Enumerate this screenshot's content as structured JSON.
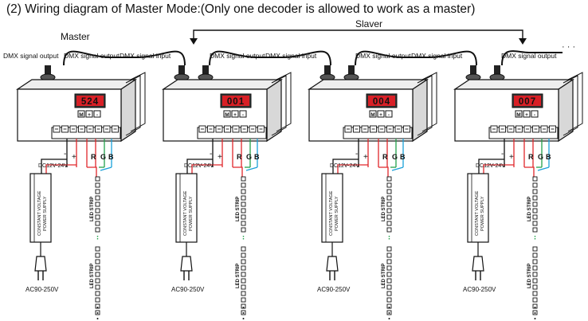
{
  "title": "(2) Wiring diagram of Master Mode:(Only one decoder is allowed to work as a master)",
  "labels": {
    "master": "Master",
    "slaver": "Slaver",
    "ellipsis": "· · ·",
    "dmx_output": "DMX signal output",
    "dmx_input": "DMX signal input",
    "dc_voltage": "DC12V-24V",
    "minus": "-",
    "plus": "+",
    "power_supply_line1": "CONSTANT VOLTAGE",
    "power_supply_line2": "POWER SUPPLY",
    "led_strip": "LED STRIP",
    "ac_voltage": "AC90-250V",
    "btn_m": "M",
    "btn_plus": "+",
    "btn_minus": "-",
    "r": "R",
    "g": "G",
    "b": "B"
  },
  "decoders": [
    {
      "display": "524",
      "role": "master"
    },
    {
      "display": "001",
      "role": "slaver"
    },
    {
      "display": "004",
      "role": "slaver"
    },
    {
      "display": "007",
      "role": "slaver"
    }
  ],
  "colors": {
    "red": "#e0262b",
    "green": "#22a24a",
    "blue": "#1aa0d8",
    "display_bg": "#d81f26"
  }
}
